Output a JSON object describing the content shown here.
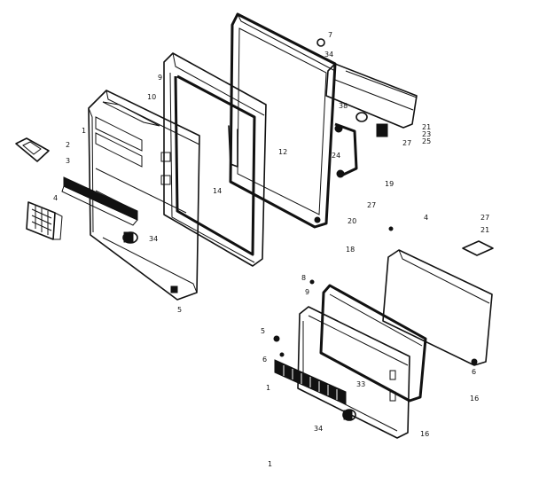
{
  "labels": {
    "p1": "1",
    "p2": "2",
    "p3": "3",
    "p4": "4",
    "p5": "5",
    "p6": "6",
    "p7": "7",
    "p8": "8",
    "p9": "9",
    "p10": "10",
    "p12": "12",
    "p14": "14",
    "p16": "16",
    "p18": "18",
    "p19": "19",
    "p20": "20",
    "p21": "21",
    "p23": "23",
    "p24": "24",
    "p25": "25",
    "p27": "27",
    "p33": "33",
    "p34": "34",
    "p38": "38"
  },
  "footer": {
    "page_mark": "1"
  }
}
